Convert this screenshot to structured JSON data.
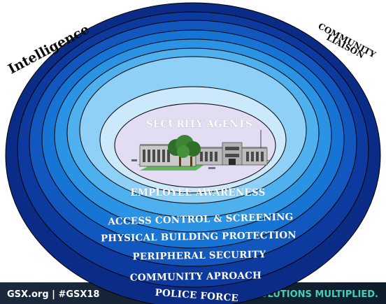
{
  "diagram": {
    "center_label": "SECURITY AGENTS",
    "rings": [
      {
        "label": "EMPLOYEE AWARENESS"
      },
      {
        "label": "ACCESS CONTROL & SCREENING"
      },
      {
        "label": "PHYSICAL BUILDING PROTECTION"
      },
      {
        "label": "PERIPHERAL SECURITY"
      },
      {
        "label": "COMMUNITY APROACH"
      },
      {
        "label": "POLICE FORCE"
      }
    ],
    "corner_left": "Intelligence",
    "corner_right_line1": "COMMUNITY",
    "corner_right_line2": "LIAISON",
    "center_image": "office-building-illustration",
    "colors": {
      "rings": [
        "#0a2c86",
        "#0d3a9e",
        "#1157bd",
        "#1674d4",
        "#2a93e4",
        "#4fb0ee",
        "#8ed0f6",
        "#cbe9fb"
      ],
      "center": "#e3ddf4"
    }
  },
  "footer": {
    "left_text": "GSX.org | #GSX18",
    "right_text": "SOLUTIONS MULTIPLIED."
  }
}
